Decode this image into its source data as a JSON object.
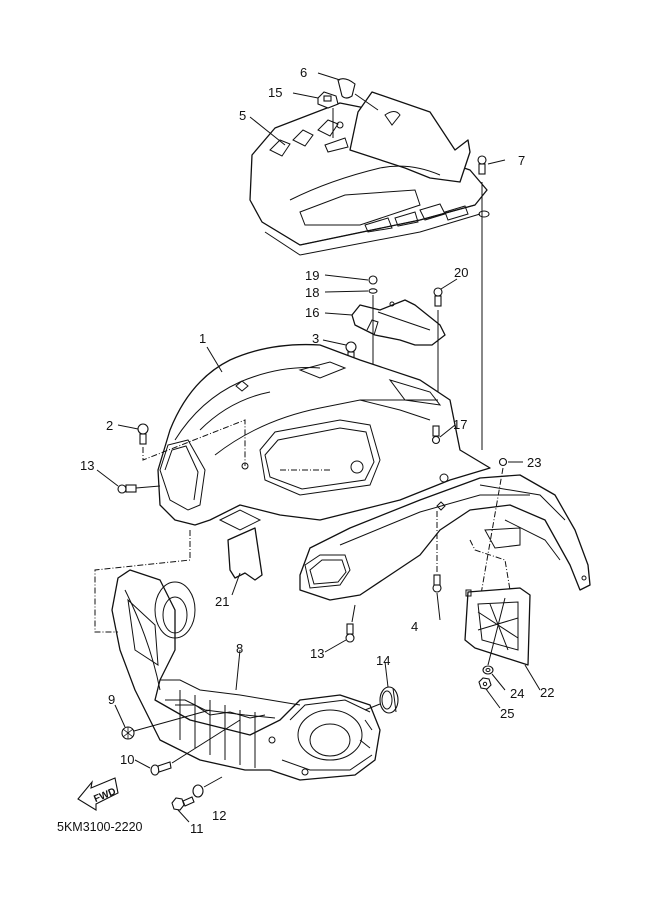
{
  "diagram": {
    "title_code": "5KM3100-2220",
    "fwd_label": "FWD",
    "callouts": [
      {
        "id": "1",
        "part": "front-fender"
      },
      {
        "id": "2",
        "part": "bolt"
      },
      {
        "id": "3",
        "part": "bolt"
      },
      {
        "id": "4",
        "part": "bolt"
      },
      {
        "id": "5",
        "part": "front-carrier-cover"
      },
      {
        "id": "6",
        "part": "emblem"
      },
      {
        "id": "7",
        "part": "bolt"
      },
      {
        "id": "8",
        "part": "front-bumper-panel"
      },
      {
        "id": "9",
        "part": "clip"
      },
      {
        "id": "10",
        "part": "screw"
      },
      {
        "id": "11",
        "part": "bolt"
      },
      {
        "id": "12",
        "part": "collar"
      },
      {
        "id": "13",
        "part": "bolt"
      },
      {
        "id": "14",
        "part": "grommet"
      },
      {
        "id": "15",
        "part": "clip"
      },
      {
        "id": "16",
        "part": "bracket"
      },
      {
        "id": "17",
        "part": "bolt"
      },
      {
        "id": "18",
        "part": "washer"
      },
      {
        "id": "19",
        "part": "nut"
      },
      {
        "id": "20",
        "part": "bolt"
      },
      {
        "id": "21",
        "part": "protector"
      },
      {
        "id": "22",
        "part": "mud-flap"
      },
      {
        "id": "23",
        "part": "bolt"
      },
      {
        "id": "24",
        "part": "washer"
      },
      {
        "id": "25",
        "part": "nut"
      }
    ],
    "labels": {
      "c1": "1",
      "c2": "2",
      "c3": "3",
      "c4": "4",
      "c5": "5",
      "c6": "6",
      "c7": "7",
      "c8": "8",
      "c9": "9",
      "c10": "10",
      "c11": "11",
      "c12": "12",
      "c13a": "13",
      "c13b": "13",
      "c14": "14",
      "c15": "15",
      "c16": "16",
      "c17": "17",
      "c18": "18",
      "c19": "19",
      "c20": "20",
      "c21": "21",
      "c22": "22",
      "c23": "23",
      "c24": "24",
      "c25": "25"
    }
  }
}
